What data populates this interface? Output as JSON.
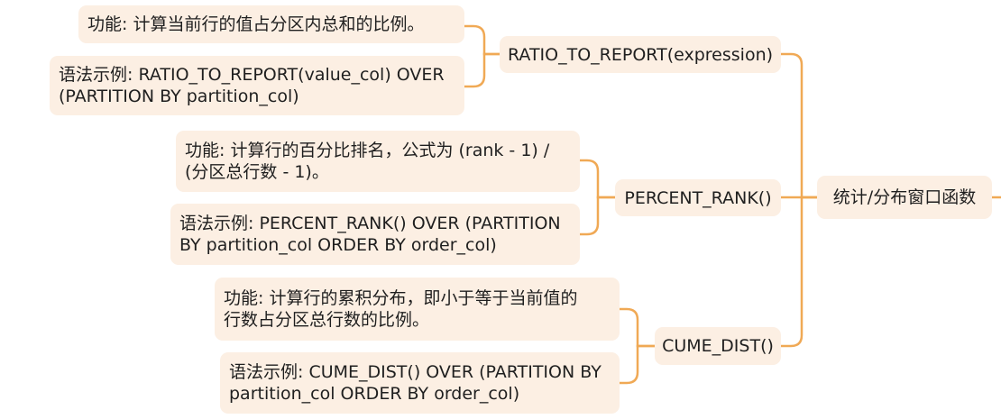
{
  "root": {
    "label": "统计/分布窗口函数"
  },
  "branches": [
    {
      "label": "RATIO_TO_REPORT(expression)",
      "function": "功能: 计算当前行的值占分区内总和的比例。",
      "syntax": "语法示例: RATIO_TO_REPORT(value_col) OVER\n(PARTITION BY partition_col)"
    },
    {
      "label": "PERCENT_RANK()",
      "function": "功能: 计算行的百分比排名，公式为 (rank - 1) /\n(分区总行数 - 1)。",
      "syntax": "语法示例: PERCENT_RANK() OVER (PARTITION\nBY partition_col ORDER BY order_col)"
    },
    {
      "label": "CUME_DIST()",
      "function": "功能: 计算行的累积分布，即小于等于当前值的\n行数占分区总行数的比例。",
      "syntax": "语法示例: CUME_DIST() OVER (PARTITION BY\npartition_col ORDER BY order_col)"
    }
  ],
  "colors": {
    "node_fill": "#fcefe3",
    "connector": "#f0a955"
  }
}
